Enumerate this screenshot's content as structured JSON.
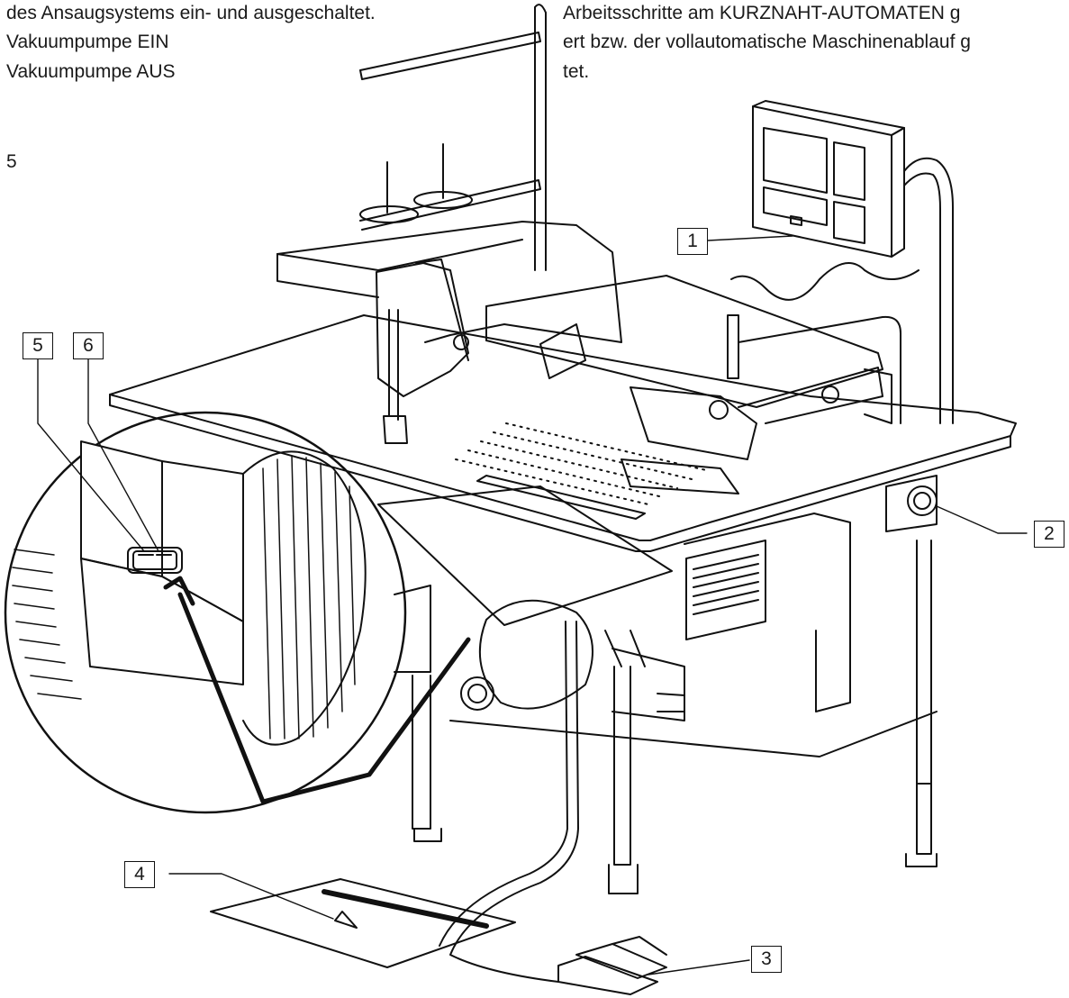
{
  "text_left": {
    "line1": "des Ansaugsystems ein- und ausgeschaltet.",
    "line2": "Vakuumpumpe EIN",
    "line3": "Vakuumpumpe AUS",
    "margin_number": "5"
  },
  "text_right": {
    "line1": "Arbeitsschritte am KURZNAHT-AUTOMATEN g",
    "line2": "ert bzw. der vollautomatische Maschinenablauf g",
    "line3": "tet."
  },
  "callouts": {
    "c1": "1",
    "c2": "2",
    "c3": "3",
    "c4": "4",
    "c5": "5",
    "c6": "6"
  },
  "colors": {
    "ink": "#1a1a1a",
    "paper": "#ffffff"
  },
  "icons": [
    "warning-triangle-icon",
    "arrow-icon"
  ]
}
